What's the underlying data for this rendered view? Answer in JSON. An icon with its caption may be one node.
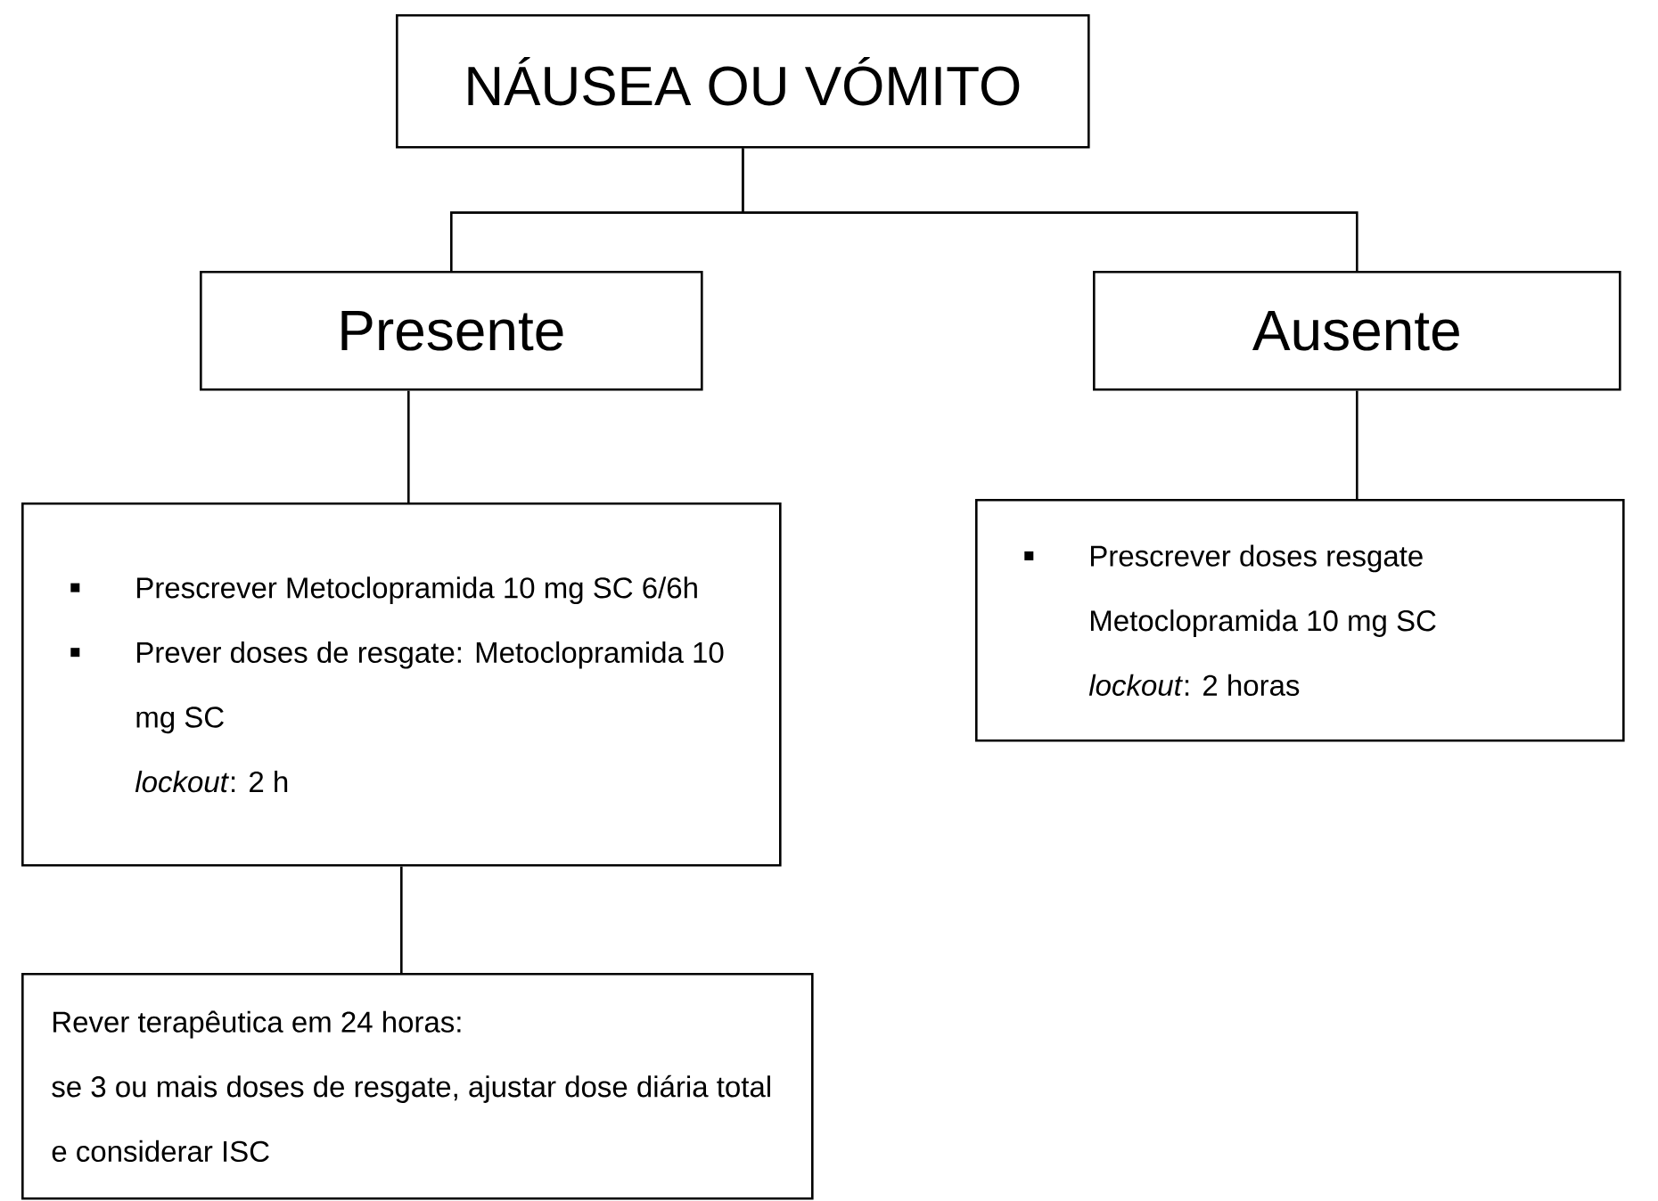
{
  "diagram": {
    "nodes": [
      {
        "text": [
          "NÁUSEA OU VÓMITO"
        ]
      },
      {
        "text": [
          "Presente"
        ]
      },
      {
        "text": [
          "Ausente"
        ]
      },
      {
        "text": [
          "Prescrever Metoclopramida 10 mg SC 6/6h",
          "Prever doses de resgate: Metoclopramida 10 mg SC",
          "*lockout*: 2 h"
        ]
      },
      {
        "text": [
          "Rever terapêutica em 24 horas:",
          "se 3 ou mais doses de resgate, ajustar dose diária total e considerar ISC"
        ]
      },
      {
        "text": [
          "Prescrever doses resgate Metoclopramida 10 mg SC",
          "*lockout*: 2 horas"
        ]
      }
    ],
    "edges": [
      {
        "from": 0,
        "to": 1,
        "arrow": "none"
      },
      {
        "from": 0,
        "to": 2,
        "arrow": "none"
      },
      {
        "from": 1,
        "to": 3,
        "arrow": "none"
      },
      {
        "from": 2,
        "to": 5,
        "arrow": "none"
      },
      {
        "from": 3,
        "to": 4,
        "arrow": "none"
      }
    ]
  }
}
